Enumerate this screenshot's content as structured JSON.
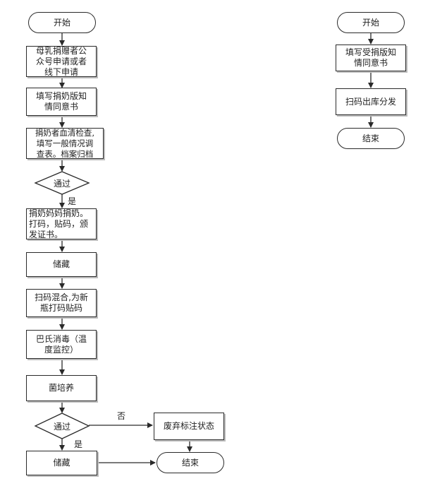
{
  "colors": {
    "stroke": "#2a2a2a",
    "shadow": "#bdbdbd",
    "text": "#222222"
  },
  "left_flow": {
    "start": "开始",
    "step1": "母乳捐赠者公\n众号申请或者\n线下申请",
    "step2": "填写捐奶版知\n情同意书",
    "step3": "捐奶者血清检查,\n填写一般情况调\n查表。档案归档",
    "decision1": "通过",
    "decision1_yes": "是",
    "step4": "捐奶妈妈捐奶。\n打码，贴码，颁\n发证书。",
    "step5": "储藏",
    "step6": "扫码混合,为新\n瓶打码贴码",
    "step7": "巴氏消毒（温\n度监控）",
    "step8": "菌培养",
    "decision2": "通过",
    "decision2_no": "否",
    "decision2_yes": "是",
    "discard": "废弃标注状态",
    "step9": "储藏",
    "end": "结束"
  },
  "right_flow": {
    "start": "开始",
    "step1": "填写受捐版知\n情同意书",
    "step2": "扫码出库分发",
    "end": "结束"
  }
}
